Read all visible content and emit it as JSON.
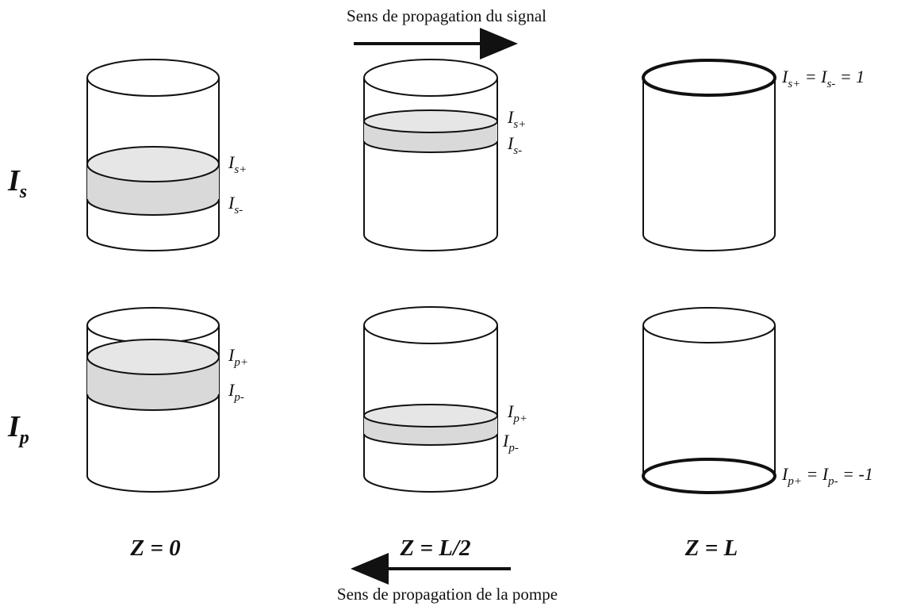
{
  "top_caption": "Sens de propagation du signal",
  "bottom_caption": "Sens de propagation de la pompe",
  "row_labels": {
    "signal": {
      "main": "I",
      "sub": "s"
    },
    "pump": {
      "main": "I",
      "sub": "p"
    }
  },
  "column_labels": [
    "Z = 0",
    "Z = L/2",
    "Z = L"
  ],
  "signal_row": {
    "z0": {
      "plus": {
        "main": "I",
        "sub": "s+"
      },
      "minus": {
        "main": "I",
        "sub": "s-"
      }
    },
    "zhalf": {
      "plus": {
        "main": "I",
        "sub": "s+"
      },
      "minus": {
        "main": "I",
        "sub": "s-"
      }
    },
    "zL": {
      "eq": {
        "a": "I",
        "a_sub": "s+",
        "eq1": " = ",
        "b": "I",
        "b_sub": "s-",
        "eq2": " = 1"
      }
    }
  },
  "pump_row": {
    "z0": {
      "plus": {
        "main": "I",
        "sub": "p+"
      },
      "minus": {
        "main": "I",
        "sub": "p-"
      }
    },
    "zhalf": {
      "plus": {
        "main": "I",
        "sub": "p+"
      },
      "minus": {
        "main": "I",
        "sub": "p-"
      }
    },
    "zL": {
      "eq": {
        "a": "I",
        "a_sub": "p+",
        "eq1": " = ",
        "b": "I",
        "b_sub": "p-",
        "eq2": " = -1"
      }
    }
  },
  "colors": {
    "stroke": "#111111",
    "band": "#d9d9d9",
    "band_top": "#e6e6e6"
  }
}
